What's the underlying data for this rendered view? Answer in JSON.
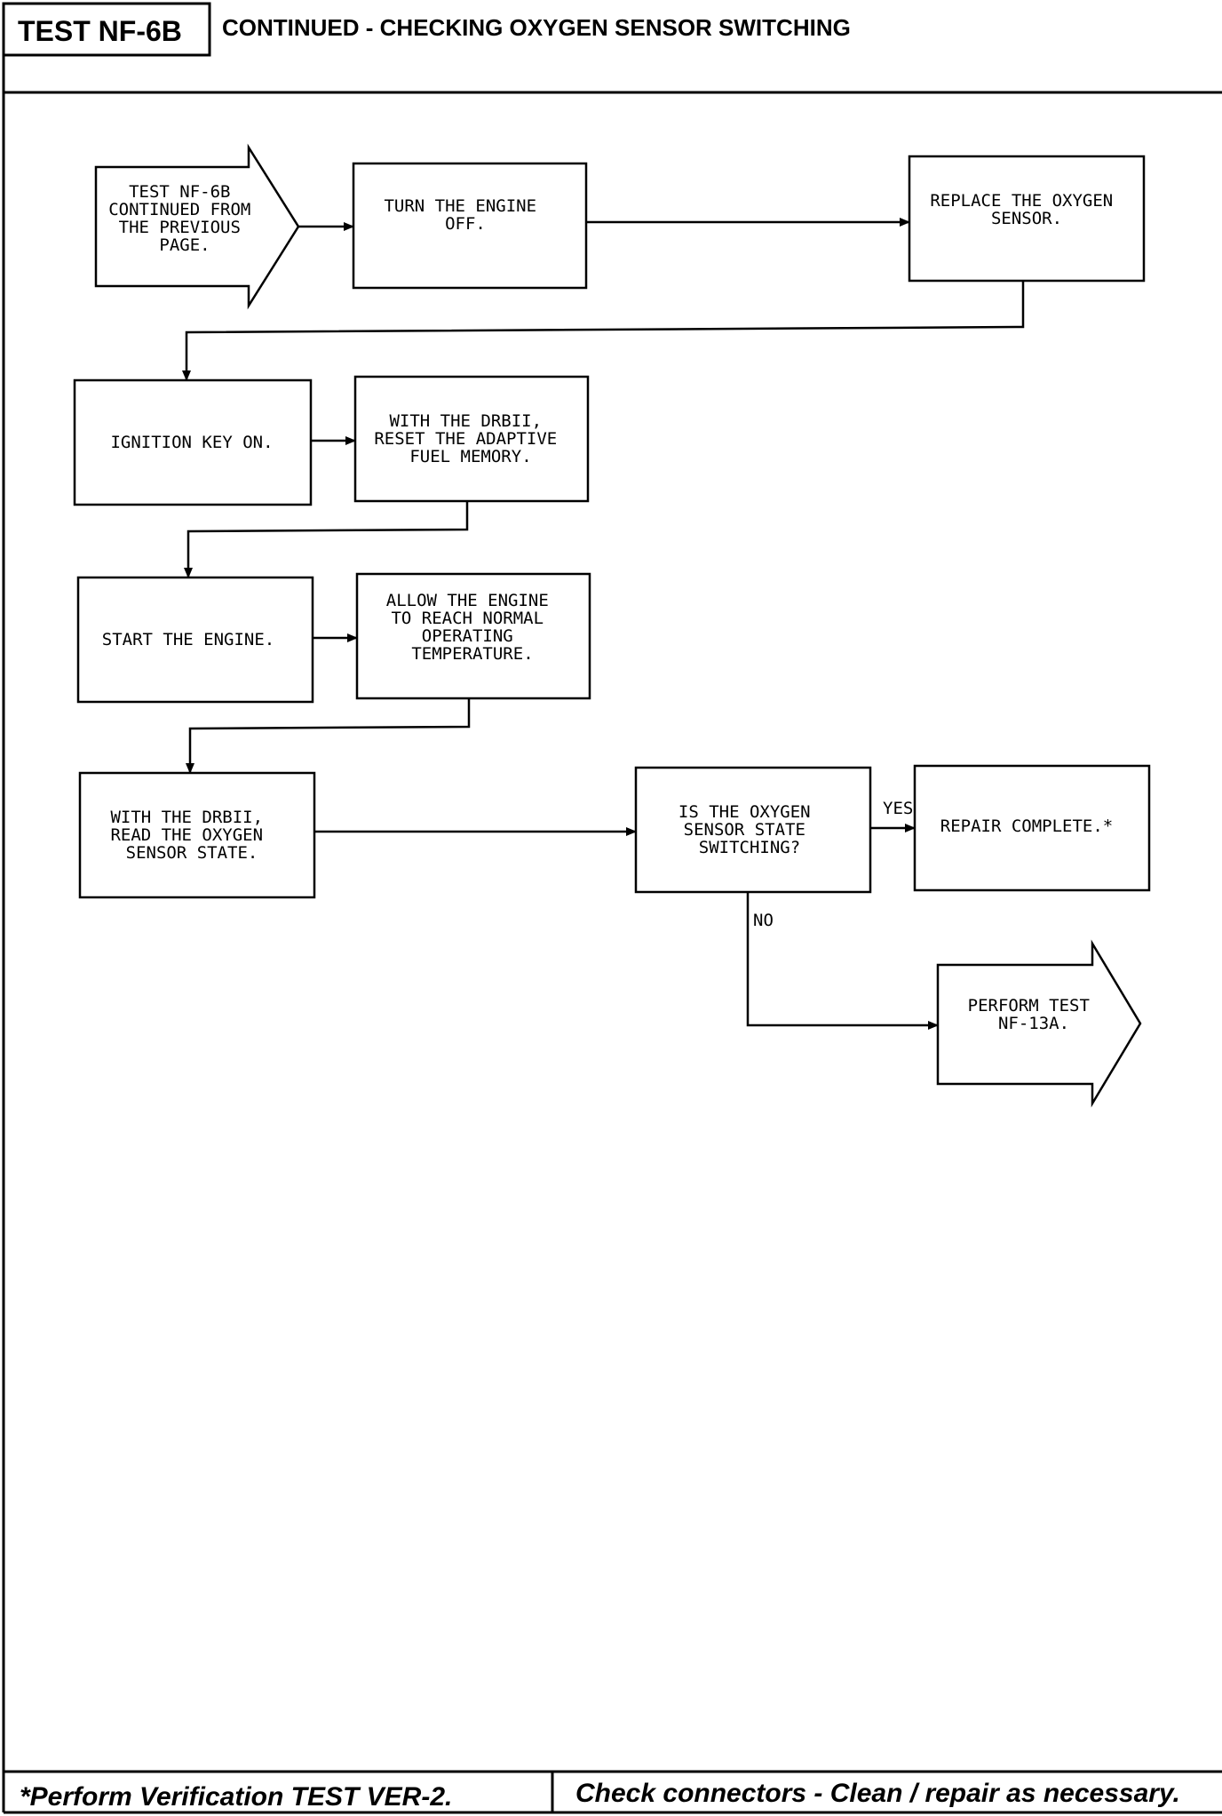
{
  "header": {
    "test_id": "TEST NF-6B",
    "title": "CONTINUED - CHECKING OXYGEN SENSOR SWITCHING"
  },
  "nodes": {
    "start": {
      "lines": [
        "TEST NF-6B",
        "CONTINUED FROM",
        "THE PREVIOUS",
        "PAGE."
      ]
    },
    "turn_off": {
      "lines": [
        "TURN THE ENGINE",
        "OFF."
      ]
    },
    "replace_sensor": {
      "lines": [
        "REPLACE THE OXYGEN",
        "SENSOR."
      ]
    },
    "ignition_on": {
      "lines": [
        "IGNITION KEY ON."
      ]
    },
    "reset_memory": {
      "lines": [
        "WITH THE DRBII,",
        "RESET THE ADAPTIVE",
        "FUEL MEMORY."
      ]
    },
    "start_engine": {
      "lines": [
        "START THE ENGINE."
      ]
    },
    "warm_up": {
      "lines": [
        "ALLOW THE ENGINE",
        "TO REACH NORMAL",
        "OPERATING",
        "TEMPERATURE."
      ]
    },
    "read_state": {
      "lines": [
        "WITH THE DRBII,",
        "READ THE OXYGEN",
        "SENSOR STATE."
      ]
    },
    "decision": {
      "lines": [
        "IS THE OXYGEN",
        "SENSOR STATE",
        "SWITCHING?"
      ]
    },
    "repair_complete": {
      "lines": [
        "REPAIR COMPLETE.*"
      ]
    },
    "perform_test": {
      "lines": [
        "PERFORM TEST",
        "NF-13A."
      ]
    }
  },
  "labels": {
    "yes": "YES",
    "no": "NO"
  },
  "footer": {
    "left": "*Perform Verification TEST VER-2.",
    "right": "Check connectors - Clean / repair as necessary."
  }
}
